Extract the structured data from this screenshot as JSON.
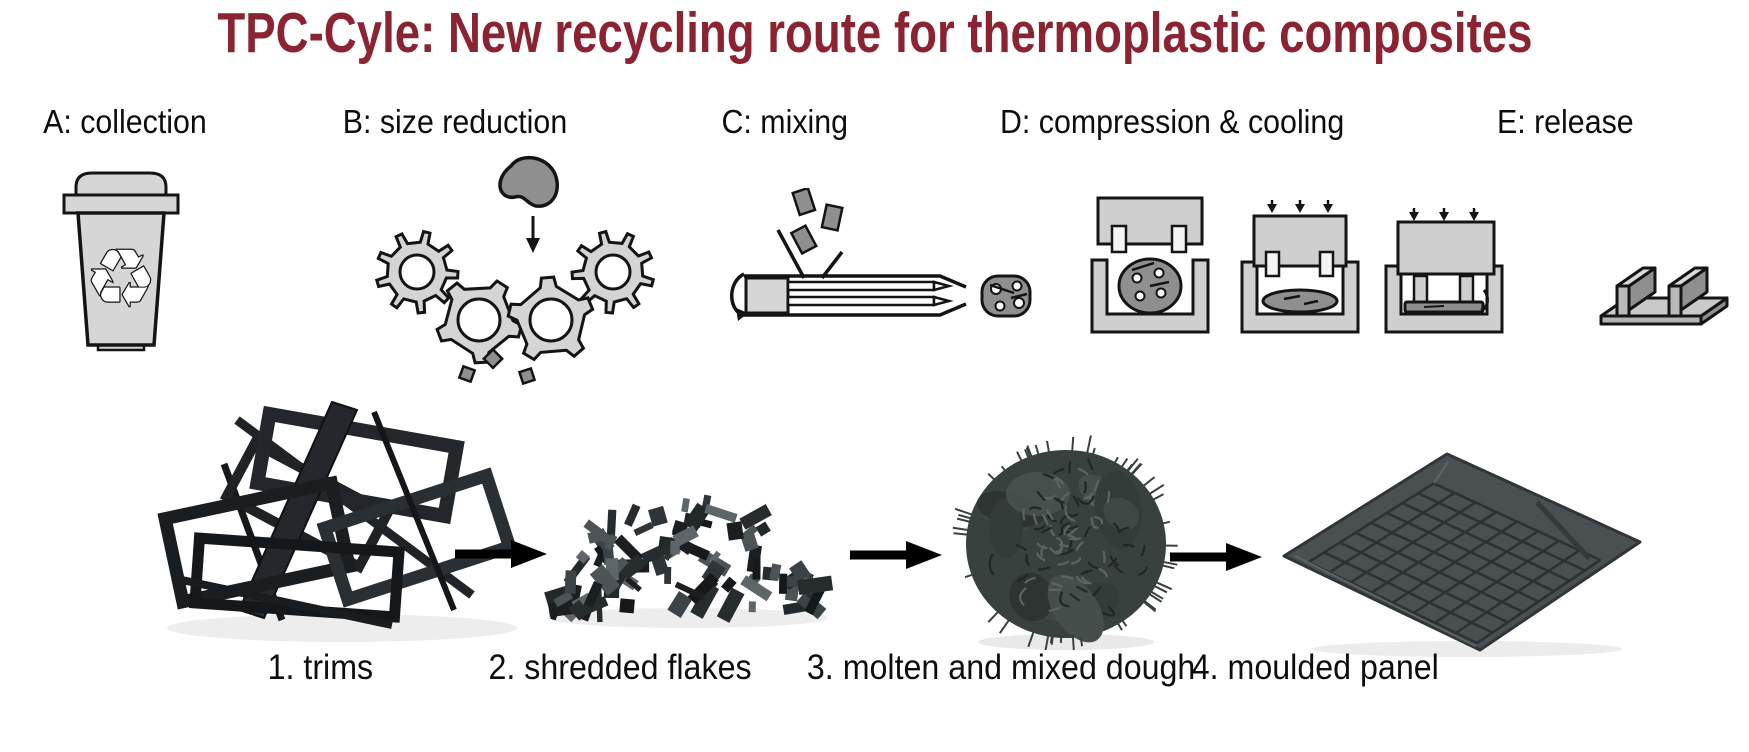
{
  "title": {
    "text": "TPC-Cyle: New recycling route for thermoplastic composites",
    "color": "#8b2332"
  },
  "stages": [
    {
      "label": "A: collection",
      "icon": "recycling-bin-icon"
    },
    {
      "label": "B: size reduction",
      "icon": "shredder-gears-icon"
    },
    {
      "label": "C: mixing",
      "icon": "extruder-mixer-icon"
    },
    {
      "label": "D: compression & cooling",
      "icon": "compression-mould-sequence-icon"
    },
    {
      "label": "E: release",
      "icon": "released-profile-icon"
    }
  ],
  "photo_steps": [
    {
      "label": "1. trims",
      "image": "trims-photo"
    },
    {
      "label": "2. shredded flakes",
      "image": "shredded-flakes-photo"
    },
    {
      "label": "3. molten and mixed dough",
      "image": "molten-dough-photo"
    },
    {
      "label": "4. moulded panel",
      "image": "moulded-panel-photo"
    }
  ],
  "icons": {
    "recycle_symbol": "♻"
  },
  "colors": {
    "title_maroon": "#8b2332",
    "outline_black": "#141414",
    "icon_light_gray": "#d4d4d4",
    "icon_mid_gray": "#8f8f8f",
    "photo_charcoal": "#1c1f21",
    "background": "#ffffff"
  }
}
